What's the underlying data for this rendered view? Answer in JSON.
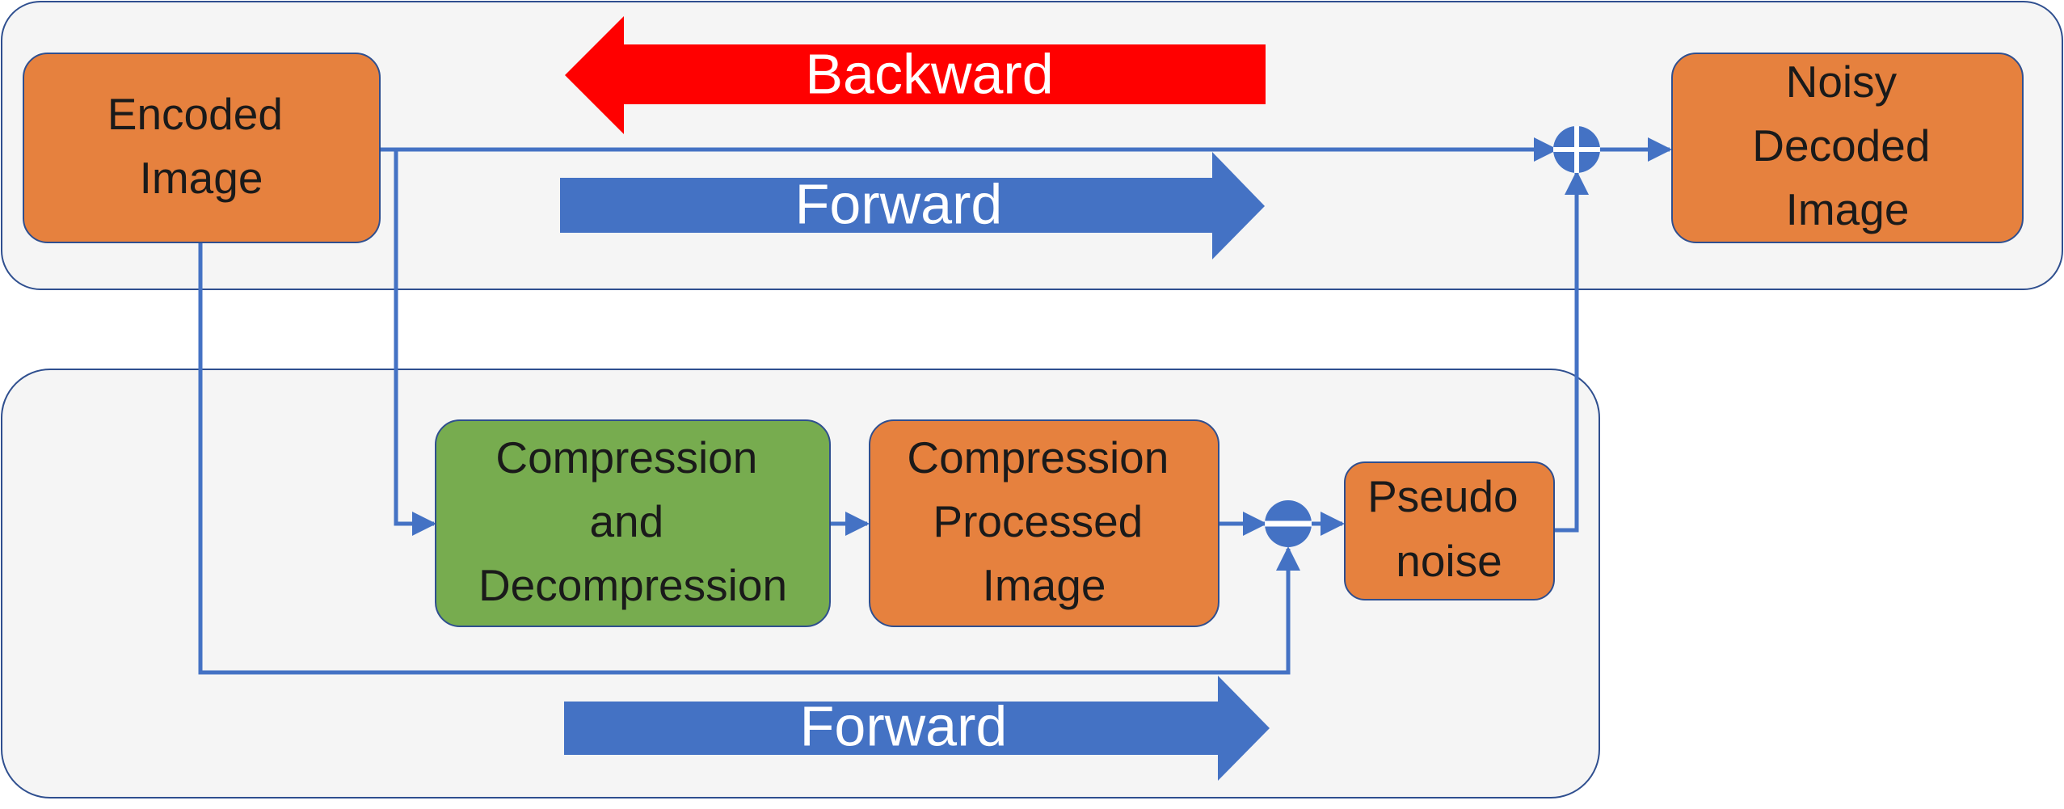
{
  "nodes": {
    "encoded": {
      "lines": [
        "Encoded",
        "Image"
      ]
    },
    "noisy": {
      "lines": [
        "Noisy",
        "Decoded",
        "Image"
      ]
    },
    "compression": {
      "lines": [
        "Compression",
        "and",
        "Decompression"
      ]
    },
    "processed": {
      "lines": [
        "Compression",
        "Processed",
        "Image"
      ]
    },
    "pseudo": {
      "lines": [
        "Pseudo",
        "noise"
      ]
    }
  },
  "arrows": {
    "backward": "Backward",
    "forward_top": "Forward",
    "forward_bottom": "Forward"
  },
  "operators": {
    "add": "plus",
    "subtract": "minus"
  },
  "colors": {
    "orange": "#E6813E",
    "green": "#77AC4F",
    "blue": "#4472C4",
    "red": "#FF0000",
    "panel": "#F5F5F5",
    "panel_border": "#2F4F8F"
  }
}
